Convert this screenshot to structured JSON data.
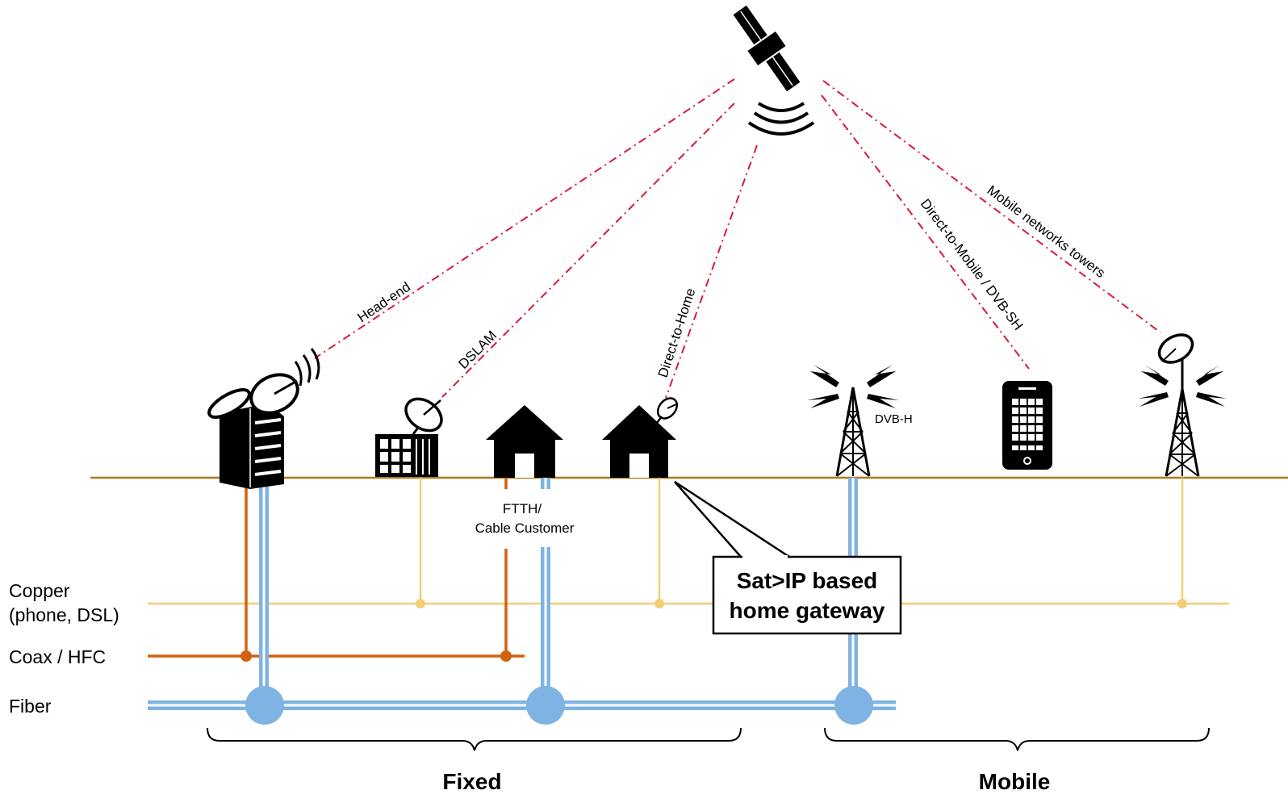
{
  "legend": {
    "copper_line1": "Copper",
    "copper_line2": "(phone, DSL)",
    "coax": "Coax / HFC",
    "fiber": "Fiber"
  },
  "links": {
    "head_end": "Head-end",
    "dslam": "DSLAM",
    "direct_to_home": "Direct-to-Home",
    "direct_to_mobile": "Direct-to-Mobile / DVB-SH",
    "mobile_towers": "Mobile networks towers"
  },
  "labels": {
    "ftth_line1": "FTTH/",
    "ftth_line2": "Cable Customer",
    "dvb_h": "DVB-H"
  },
  "callout": {
    "line1": "Sat>IP based",
    "line2": "home gateway"
  },
  "groups": {
    "fixed": "Fixed",
    "mobile": "Mobile"
  },
  "colors": {
    "satellite_link": "#d9163c",
    "copper": "#f3cd78",
    "coax": "#d0630f",
    "fiber": "#7fb3e3",
    "ground": "#b07a1f"
  }
}
